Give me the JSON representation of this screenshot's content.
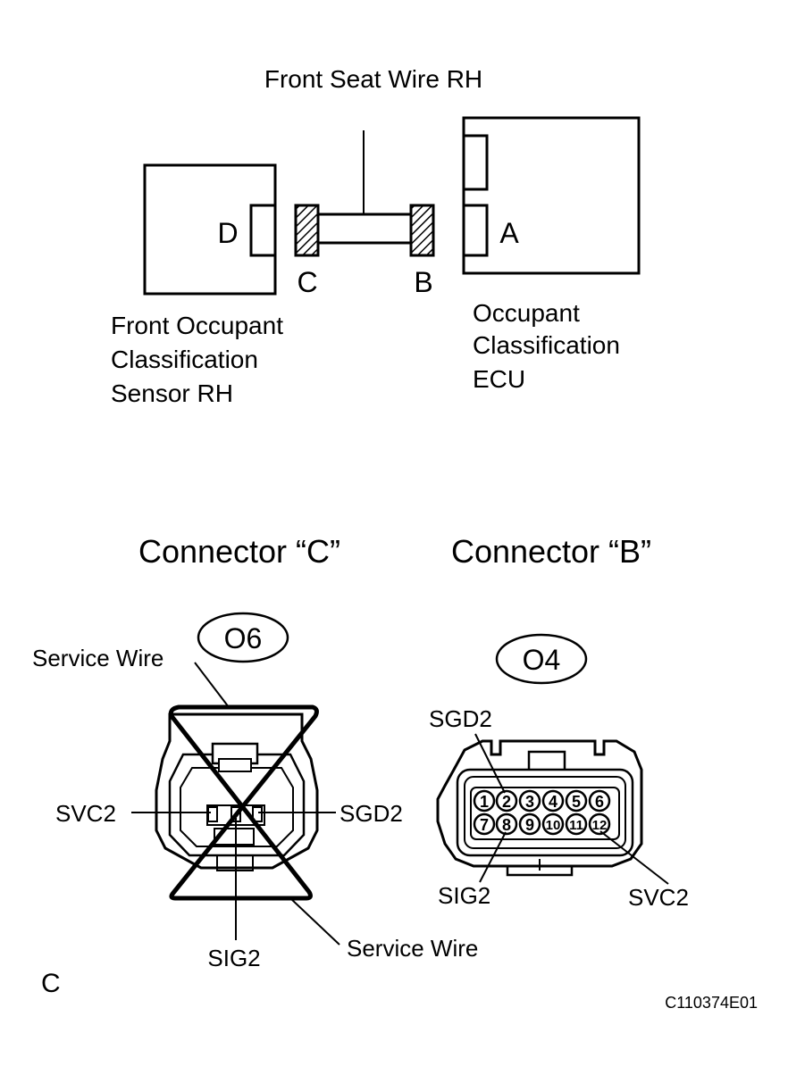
{
  "wiring": {
    "wire_label": "Front Seat Wire RH",
    "conn_d": "D",
    "conn_c": "C",
    "conn_b": "B",
    "conn_a": "A",
    "sensor_label": [
      "Front Occupant",
      "Classification",
      "Sensor RH"
    ],
    "ecu_label": [
      "Occupant",
      "Classification",
      "ECU"
    ]
  },
  "connector_c": {
    "title": "Connector “C”",
    "code": "O6",
    "service_wire_top": "Service Wire",
    "service_wire_bottom": "Service Wire",
    "svc2": "SVC2",
    "sgd2": "SGD2",
    "sig2": "SIG2"
  },
  "connector_b": {
    "title": "Connector “B”",
    "code": "O4",
    "pins": [
      "1",
      "2",
      "3",
      "4",
      "5",
      "6",
      "7",
      "8",
      "9",
      "10",
      "11",
      "12"
    ],
    "sgd2": "SGD2",
    "sig2": "SIG2",
    "svc2": "SVC2"
  },
  "footer": {
    "corner_letter": "C",
    "figure_id": "C110374E01"
  }
}
